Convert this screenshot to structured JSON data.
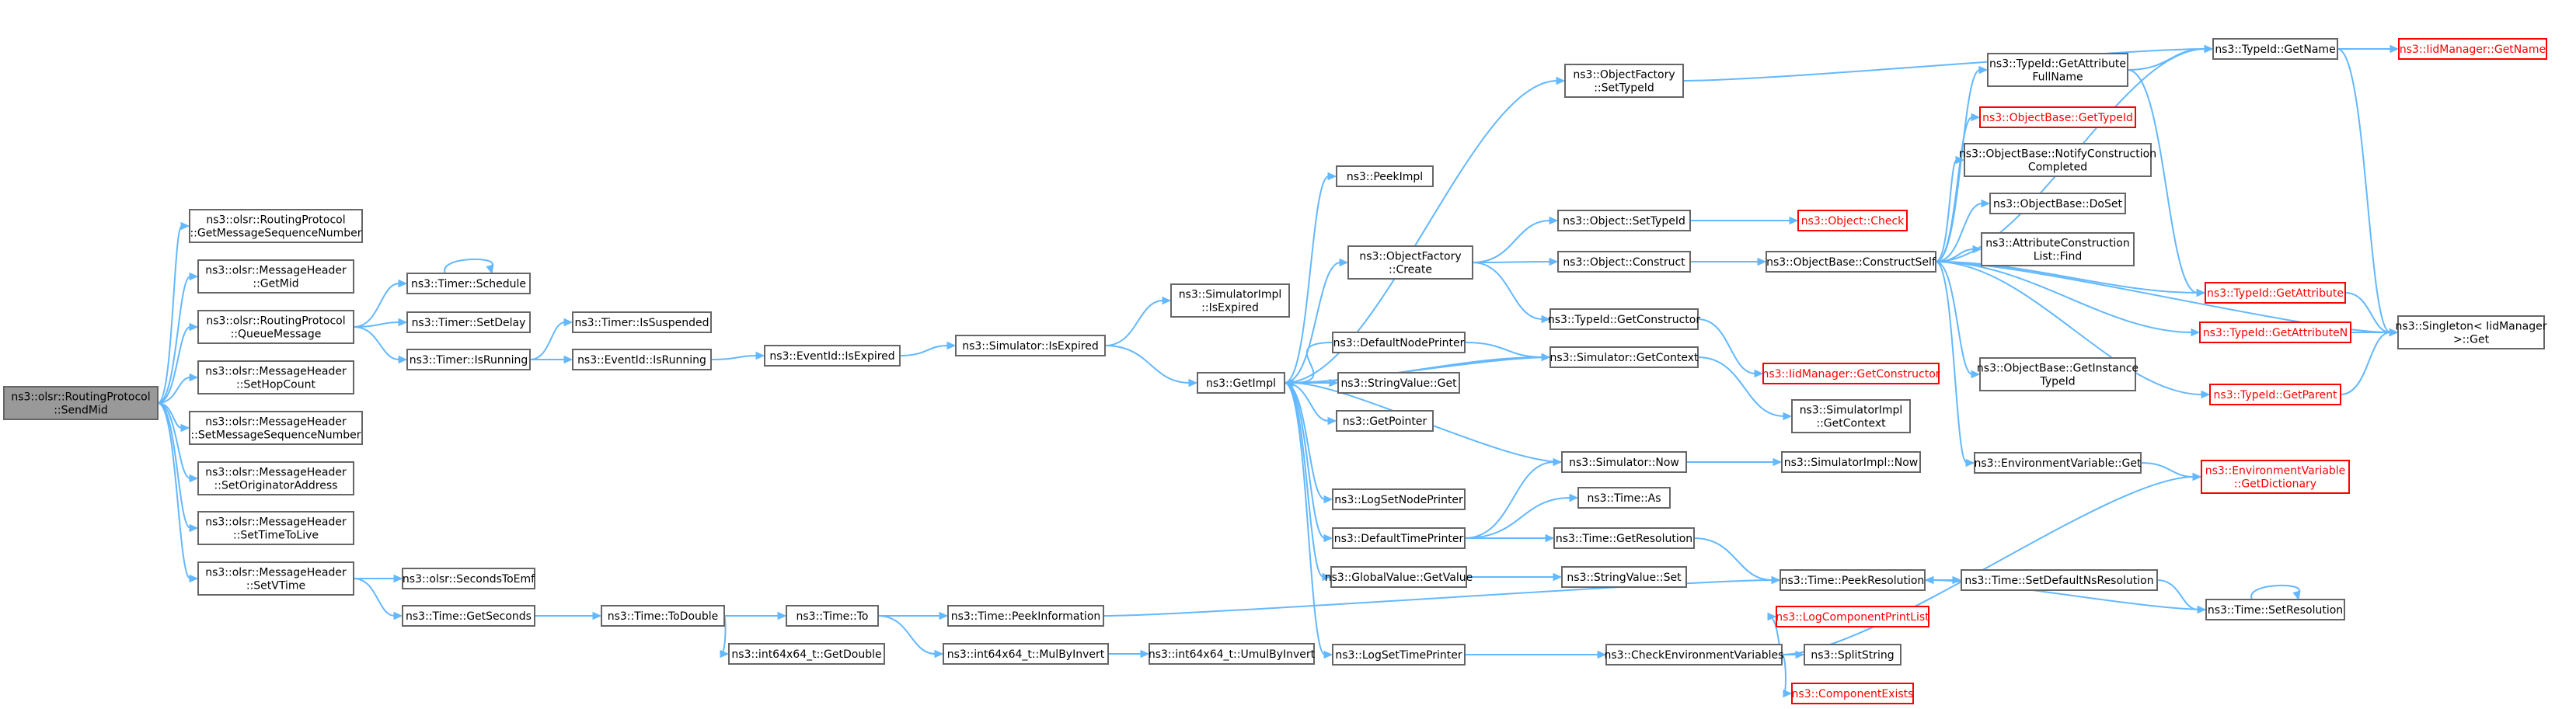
{
  "colors": {
    "edge": "#63b8ff",
    "node_border": "#666666",
    "node_fill": "#ffffff",
    "node_text": "#000000",
    "root_fill": "#999999",
    "root_border": "#666666",
    "truncated_border": "#ff0000",
    "truncated_text": "#ff0000"
  },
  "nodes": [
    {
      "id": "root",
      "lines": [
        "ns3::olsr::RoutingProtocol",
        "::SendMid"
      ],
      "style": "root"
    },
    {
      "id": "getMsgSeq",
      "lines": [
        "ns3::olsr::RoutingProtocol",
        "::GetMessageSequenceNumber"
      ],
      "style": "normal"
    },
    {
      "id": "getMid",
      "lines": [
        "ns3::olsr::MessageHeader",
        "::GetMid"
      ],
      "style": "normal"
    },
    {
      "id": "queueMsg",
      "lines": [
        "ns3::olsr::RoutingProtocol",
        "::QueueMessage"
      ],
      "style": "normal"
    },
    {
      "id": "setHop",
      "lines": [
        "ns3::olsr::MessageHeader",
        "::SetHopCount"
      ],
      "style": "normal"
    },
    {
      "id": "setMsgSeq",
      "lines": [
        "ns3::olsr::MessageHeader",
        "::SetMessageSequenceNumber"
      ],
      "style": "normal"
    },
    {
      "id": "setOrig",
      "lines": [
        "ns3::olsr::MessageHeader",
        "::SetOriginatorAddress"
      ],
      "style": "normal"
    },
    {
      "id": "setTtl",
      "lines": [
        "ns3::olsr::MessageHeader",
        "::SetTimeToLive"
      ],
      "style": "normal"
    },
    {
      "id": "setVTime",
      "lines": [
        "ns3::olsr::MessageHeader",
        "::SetVTime"
      ],
      "style": "normal"
    },
    {
      "id": "timerSchedule",
      "lines": [
        "ns3::Timer::Schedule"
      ],
      "style": "normal"
    },
    {
      "id": "timerSetDelay",
      "lines": [
        "ns3::Timer::SetDelay"
      ],
      "style": "normal"
    },
    {
      "id": "timerIsRunning",
      "lines": [
        "ns3::Timer::IsRunning"
      ],
      "style": "normal"
    },
    {
      "id": "secondsToEmf",
      "lines": [
        "ns3::olsr::SecondsToEmf"
      ],
      "style": "normal"
    },
    {
      "id": "timeGetSeconds",
      "lines": [
        "ns3::Time::GetSeconds"
      ],
      "style": "normal"
    },
    {
      "id": "timerIsSuspended",
      "lines": [
        "ns3::Timer::IsSuspended"
      ],
      "style": "normal"
    },
    {
      "id": "eventIdIsRunning",
      "lines": [
        "ns3::EventId::IsRunning"
      ],
      "style": "normal"
    },
    {
      "id": "eventIdIsExpired",
      "lines": [
        "ns3::EventId::IsExpired"
      ],
      "style": "normal"
    },
    {
      "id": "timeToDouble",
      "lines": [
        "ns3::Time::ToDouble"
      ],
      "style": "normal"
    },
    {
      "id": "int64GetDouble",
      "lines": [
        "ns3::int64x64_t::GetDouble"
      ],
      "style": "normal"
    },
    {
      "id": "simIsExpired",
      "lines": [
        "ns3::Simulator::IsExpired"
      ],
      "style": "normal"
    },
    {
      "id": "timeTo",
      "lines": [
        "ns3::Time::To"
      ],
      "style": "normal"
    },
    {
      "id": "int64MulByInvert",
      "lines": [
        "ns3::int64x64_t::MulByInvert"
      ],
      "style": "normal"
    },
    {
      "id": "int64UmulByInvert",
      "lines": [
        "ns3::int64x64_t::UmulByInvert"
      ],
      "style": "normal"
    },
    {
      "id": "timePeekInfo",
      "lines": [
        "ns3::Time::PeekInformation"
      ],
      "style": "normal"
    },
    {
      "id": "simImplIsExpired",
      "lines": [
        "ns3::SimulatorImpl",
        "::IsExpired"
      ],
      "style": "normal"
    },
    {
      "id": "getImpl",
      "lines": [
        "ns3::GetImpl"
      ],
      "style": "normal"
    },
    {
      "id": "peekImpl",
      "lines": [
        "ns3::PeekImpl"
      ],
      "style": "normal"
    },
    {
      "id": "objFactoryCreate",
      "lines": [
        "ns3::ObjectFactory",
        "::Create"
      ],
      "style": "normal"
    },
    {
      "id": "defaultNodePrinter",
      "lines": [
        "ns3::DefaultNodePrinter"
      ],
      "style": "normal"
    },
    {
      "id": "stringValueGet",
      "lines": [
        "ns3::StringValue::Get"
      ],
      "style": "normal"
    },
    {
      "id": "getPointer",
      "lines": [
        "ns3::GetPointer"
      ],
      "style": "normal"
    },
    {
      "id": "logSetNodePrinter",
      "lines": [
        "ns3::LogSetNodePrinter"
      ],
      "style": "normal"
    },
    {
      "id": "defaultTimePrinter",
      "lines": [
        "ns3::DefaultTimePrinter"
      ],
      "style": "normal"
    },
    {
      "id": "globalValueGetValue",
      "lines": [
        "ns3::GlobalValue::GetValue"
      ],
      "style": "normal"
    },
    {
      "id": "logSetTimePrinter",
      "lines": [
        "ns3::LogSetTimePrinter"
      ],
      "style": "normal"
    },
    {
      "id": "objFactorySetTypeId",
      "lines": [
        "ns3::ObjectFactory",
        "::SetTypeId"
      ],
      "style": "normal"
    },
    {
      "id": "objectSetTypeId",
      "lines": [
        "ns3::Object::SetTypeId"
      ],
      "style": "normal"
    },
    {
      "id": "objectConstruct",
      "lines": [
        "ns3::Object::Construct"
      ],
      "style": "normal"
    },
    {
      "id": "typeIdGetConstructor",
      "lines": [
        "ns3::TypeId::GetConstructor"
      ],
      "style": "normal"
    },
    {
      "id": "simGetContext",
      "lines": [
        "ns3::Simulator::GetContext"
      ],
      "style": "normal"
    },
    {
      "id": "simNow",
      "lines": [
        "ns3::Simulator::Now"
      ],
      "style": "normal"
    },
    {
      "id": "timeAs",
      "lines": [
        "ns3::Time::As"
      ],
      "style": "normal"
    },
    {
      "id": "timeGetResolution",
      "lines": [
        "ns3::Time::GetResolution"
      ],
      "style": "normal"
    },
    {
      "id": "stringValueSet",
      "lines": [
        "ns3::StringValue::Set"
      ],
      "style": "normal"
    },
    {
      "id": "checkEnvVars",
      "lines": [
        "ns3::CheckEnvironmentVariables"
      ],
      "style": "normal"
    },
    {
      "id": "objectCheck",
      "lines": [
        "ns3::Object::Check"
      ],
      "style": "truncated"
    },
    {
      "id": "objBaseConstructSelf",
      "lines": [
        "ns3::ObjectBase::ConstructSelf"
      ],
      "style": "normal"
    },
    {
      "id": "iidGetConstructor",
      "lines": [
        "ns3::IidManager::GetConstructor"
      ],
      "style": "truncated"
    },
    {
      "id": "simImplGetContext",
      "lines": [
        "ns3::SimulatorImpl",
        "::GetContext"
      ],
      "style": "normal"
    },
    {
      "id": "simImplNow",
      "lines": [
        "ns3::SimulatorImpl::Now"
      ],
      "style": "normal"
    },
    {
      "id": "timePeekResolution",
      "lines": [
        "ns3::Time::PeekResolution"
      ],
      "style": "normal"
    },
    {
      "id": "logComponentPrintList",
      "lines": [
        "ns3::LogComponentPrintList"
      ],
      "style": "truncated"
    },
    {
      "id": "splitString",
      "lines": [
        "ns3::SplitString"
      ],
      "style": "normal"
    },
    {
      "id": "componentExists",
      "lines": [
        "ns3::ComponentExists"
      ],
      "style": "truncated"
    },
    {
      "id": "typeIdGetAttrFullName",
      "lines": [
        "ns3::TypeId::GetAttribute",
        "FullName"
      ],
      "style": "normal"
    },
    {
      "id": "objBaseGetTypeId",
      "lines": [
        "ns3::ObjectBase::GetTypeId"
      ],
      "style": "truncated"
    },
    {
      "id": "objBaseNotifyConstruction",
      "lines": [
        "ns3::ObjectBase::NotifyConstruction",
        "Completed"
      ],
      "style": "normal"
    },
    {
      "id": "objBaseDoSet",
      "lines": [
        "ns3::ObjectBase::DoSet"
      ],
      "style": "normal"
    },
    {
      "id": "attrConstructionListFind",
      "lines": [
        "ns3::AttributeConstruction",
        "List::Find"
      ],
      "style": "normal"
    },
    {
      "id": "objBaseGetInstanceTypeId",
      "lines": [
        "ns3::ObjectBase::GetInstance",
        "TypeId"
      ],
      "style": "normal"
    },
    {
      "id": "envVarGet",
      "lines": [
        "ns3::EnvironmentVariable::Get"
      ],
      "style": "normal"
    },
    {
      "id": "timeSetDefaultNsResolution",
      "lines": [
        "ns3::Time::SetDefaultNsResolution"
      ],
      "style": "normal"
    },
    {
      "id": "typeIdGetName",
      "lines": [
        "ns3::TypeId::GetName"
      ],
      "style": "normal"
    },
    {
      "id": "iidGetName",
      "lines": [
        "ns3::IidManager::GetName"
      ],
      "style": "truncated"
    },
    {
      "id": "typeIdGetAttribute",
      "lines": [
        "ns3::TypeId::GetAttribute"
      ],
      "style": "truncated"
    },
    {
      "id": "typeIdGetAttributeN",
      "lines": [
        "ns3::TypeId::GetAttributeN"
      ],
      "style": "truncated"
    },
    {
      "id": "typeIdGetParent",
      "lines": [
        "ns3::TypeId::GetParent"
      ],
      "style": "truncated"
    },
    {
      "id": "envVarGetDictionary",
      "lines": [
        "ns3::EnvironmentVariable",
        "::GetDictionary"
      ],
      "style": "truncated"
    },
    {
      "id": "timeSetResolution",
      "lines": [
        "ns3::Time::SetResolution"
      ],
      "style": "normal"
    },
    {
      "id": "singletonGet",
      "lines": [
        "ns3::Singleton< IidManager",
        ">::Get"
      ],
      "style": "normal"
    }
  ],
  "edges": [
    [
      "root",
      "getMsgSeq"
    ],
    [
      "root",
      "getMid"
    ],
    [
      "root",
      "queueMsg"
    ],
    [
      "root",
      "setHop"
    ],
    [
      "root",
      "setMsgSeq"
    ],
    [
      "root",
      "setOrig"
    ],
    [
      "root",
      "setTtl"
    ],
    [
      "root",
      "setVTime"
    ],
    [
      "queueMsg",
      "timerSchedule"
    ],
    [
      "queueMsg",
      "timerSetDelay"
    ],
    [
      "queueMsg",
      "timerIsRunning"
    ],
    [
      "timerSchedule",
      "timerSchedule"
    ],
    [
      "timerIsRunning",
      "timerIsSuspended"
    ],
    [
      "timerIsRunning",
      "eventIdIsRunning"
    ],
    [
      "eventIdIsRunning",
      "eventIdIsExpired"
    ],
    [
      "eventIdIsExpired",
      "simIsExpired"
    ],
    [
      "simIsExpired",
      "simImplIsExpired"
    ],
    [
      "simIsExpired",
      "getImpl"
    ],
    [
      "setVTime",
      "secondsToEmf"
    ],
    [
      "setVTime",
      "timeGetSeconds"
    ],
    [
      "timeGetSeconds",
      "timeToDouble"
    ],
    [
      "timeToDouble",
      "timeTo"
    ],
    [
      "timeToDouble",
      "int64GetDouble"
    ],
    [
      "timeTo",
      "timePeekInfo"
    ],
    [
      "timeTo",
      "int64MulByInvert"
    ],
    [
      "int64MulByInvert",
      "int64UmulByInvert"
    ],
    [
      "timePeekInfo",
      "timePeekResolution"
    ],
    [
      "getImpl",
      "peekImpl"
    ],
    [
      "getImpl",
      "objFactoryCreate"
    ],
    [
      "getImpl",
      "stringValueGet"
    ],
    [
      "getImpl",
      "getPointer"
    ],
    [
      "getImpl",
      "logSetNodePrinter"
    ],
    [
      "getImpl",
      "defaultTimePrinter"
    ],
    [
      "getImpl",
      "globalValueGetValue"
    ],
    [
      "getImpl",
      "logSetTimePrinter"
    ],
    [
      "getImpl",
      "objFactorySetTypeId"
    ],
    [
      "getImpl",
      "simGetContext"
    ],
    [
      "defaultNodePrinter",
      "getImpl"
    ],
    [
      "defaultNodePrinter",
      "simGetContext"
    ],
    [
      "simNow",
      "getImpl"
    ],
    [
      "simGetContext",
      "getImpl"
    ],
    [
      "objFactoryCreate",
      "objectSetTypeId"
    ],
    [
      "objFactoryCreate",
      "objectConstruct"
    ],
    [
      "objFactoryCreate",
      "typeIdGetConstructor"
    ],
    [
      "objectSetTypeId",
      "objectCheck"
    ],
    [
      "objectConstruct",
      "objBaseConstructSelf"
    ],
    [
      "typeIdGetConstructor",
      "iidGetConstructor"
    ],
    [
      "simGetContext",
      "simImplGetContext"
    ],
    [
      "defaultTimePrinter",
      "simNow"
    ],
    [
      "defaultTimePrinter",
      "timeAs"
    ],
    [
      "defaultTimePrinter",
      "timeGetResolution"
    ],
    [
      "simNow",
      "simImplNow"
    ],
    [
      "timeGetResolution",
      "timePeekResolution"
    ],
    [
      "globalValueGetValue",
      "stringValueSet"
    ],
    [
      "logSetTimePrinter",
      "checkEnvVars"
    ],
    [
      "checkEnvVars",
      "logComponentPrintList"
    ],
    [
      "checkEnvVars",
      "splitString"
    ],
    [
      "checkEnvVars",
      "componentExists"
    ],
    [
      "checkEnvVars",
      "envVarGetDictionary"
    ],
    [
      "objFactorySetTypeId",
      "typeIdGetName"
    ],
    [
      "objBaseConstructSelf",
      "typeIdGetAttrFullName"
    ],
    [
      "objBaseConstructSelf",
      "objBaseGetTypeId"
    ],
    [
      "objBaseConstructSelf",
      "objBaseNotifyConstruction"
    ],
    [
      "objBaseConstructSelf",
      "objBaseDoSet"
    ],
    [
      "objBaseConstructSelf",
      "attrConstructionListFind"
    ],
    [
      "objBaseConstructSelf",
      "objBaseGetInstanceTypeId"
    ],
    [
      "objBaseConstructSelf",
      "envVarGet"
    ],
    [
      "objBaseConstructSelf",
      "typeIdGetAttribute"
    ],
    [
      "objBaseConstructSelf",
      "typeIdGetAttributeN"
    ],
    [
      "objBaseConstructSelf",
      "typeIdGetParent"
    ],
    [
      "objBaseConstructSelf",
      "typeIdGetName"
    ],
    [
      "objBaseConstructSelf",
      "singletonGet"
    ],
    [
      "typeIdGetAttrFullName",
      "typeIdGetName"
    ],
    [
      "typeIdGetAttrFullName",
      "typeIdGetAttribute"
    ],
    [
      "typeIdGetName",
      "iidGetName"
    ],
    [
      "typeIdGetName",
      "singletonGet"
    ],
    [
      "typeIdGetAttribute",
      "singletonGet"
    ],
    [
      "typeIdGetAttributeN",
      "singletonGet"
    ],
    [
      "typeIdGetParent",
      "singletonGet"
    ],
    [
      "envVarGet",
      "envVarGetDictionary"
    ],
    [
      "timePeekResolution",
      "timeSetDefaultNsResolution"
    ],
    [
      "timeSetDefaultNsResolution",
      "timeSetResolution"
    ],
    [
      "timeSetResolution",
      "timePeekResolution"
    ],
    [
      "timeSetResolution",
      "timeSetResolution"
    ]
  ]
}
